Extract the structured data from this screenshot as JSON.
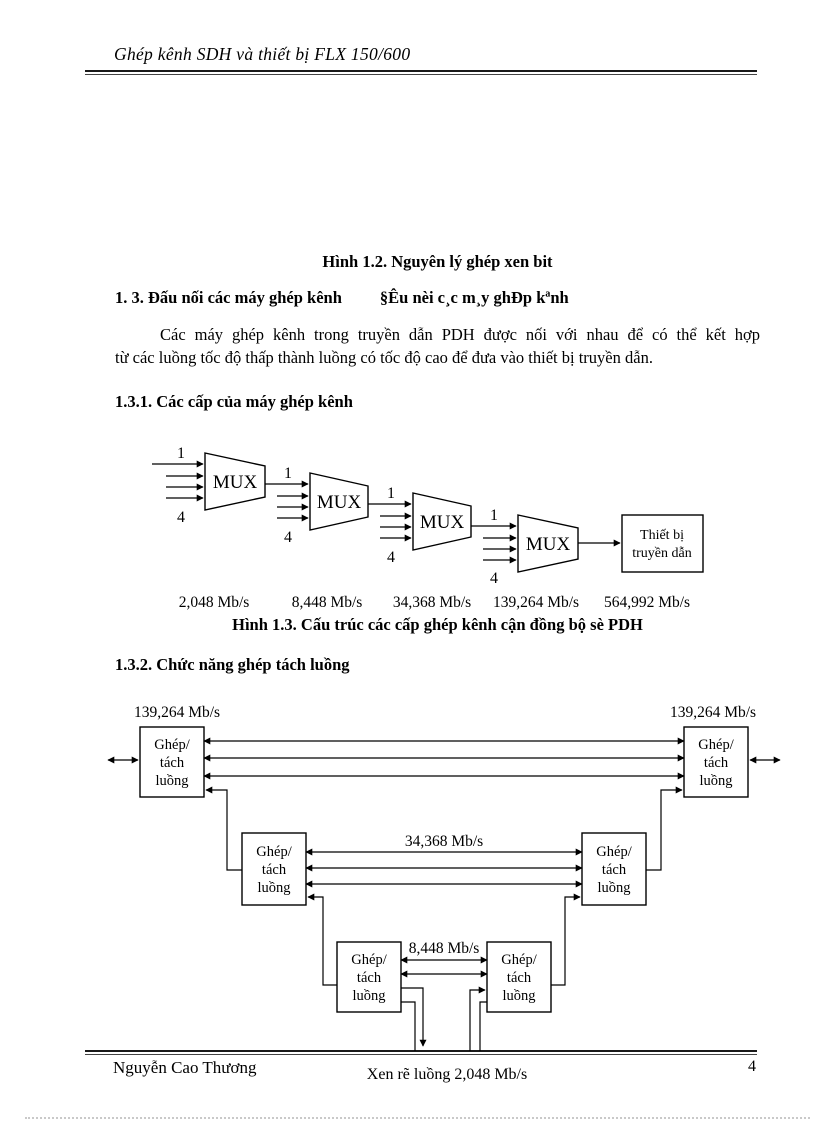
{
  "colors": {
    "ink": "#000000",
    "rule": "#1a1a1a",
    "edge_dots": "#c9c9c9"
  },
  "header": {
    "title": "Ghép kênh SDH và thiết bị FLX 150/600"
  },
  "body_text": {
    "figure12_caption": "Hình 1.2. Nguyên lý ghép xen bit",
    "section13_title": "1. 3. Đấu nối các máy ghép kênh",
    "section13_title_garbled": "§Êu nèi c¸c m¸y ghÐp kªnh",
    "paragraph_line1": "Các máy ghép kênh trong truyền dẫn PDH được nối với nhau để có thể kết hợp",
    "paragraph_line2": "từ các luồng tốc độ thấp thành luồng có tốc độ cao để đưa vào thiết bị truyền dẫn.",
    "section131_title": "1.3.1. Các cấp của máy ghép kênh",
    "figure13_caption": "Hình 1.3. Cấu trúc các cấp ghép kênh cận đồng bộ sè PDH",
    "section132_title": "1.3.2. Chức năng ghép tách luồng"
  },
  "mux_diagram": {
    "mux_label": "MUX",
    "input_top_label": "1",
    "input_bottom_label": "4",
    "terminal_box": {
      "line1": "Thiết bị",
      "line2": "truyền dẫn"
    },
    "rates": [
      "2,048 Mb/s",
      "8,448 Mb/s",
      "34,368 Mb/s",
      "139,264 Mb/s",
      "564,992 Mb/s"
    ]
  },
  "adddrop_diagram": {
    "box_label": {
      "line1": "Ghép/",
      "line2": "tách",
      "line3": "luồng"
    },
    "rate_top_left": "139,264 Mb/s",
    "rate_top_right": "139,264 Mb/s",
    "rate_middle": "34,368 Mb/s",
    "rate_bottom": "8,448 Mb/s"
  },
  "footer": {
    "author": "Nguyễn Cao Thương",
    "page_number": "4",
    "note": "Xen rẽ luồng 2,048 Mb/s"
  }
}
